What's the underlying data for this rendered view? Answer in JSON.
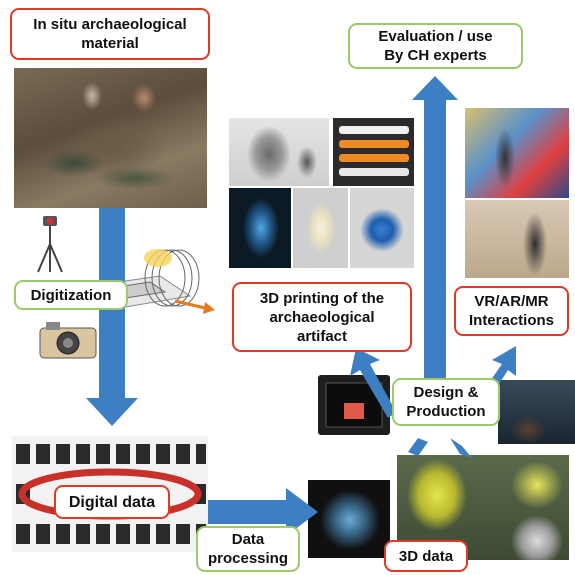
{
  "labels": {
    "in_situ": "In situ archaeological\nmaterial",
    "evaluation": "Evaluation / use\nBy CH experts",
    "digitization": "Digitization",
    "printing": "3D printing of the\narchaeological\nartifact",
    "vr": "VR/AR/MR\nInteractions",
    "design": "Design &\nProduction",
    "digital_data": "Digital data",
    "data_processing": "Data\nprocessing",
    "data_3d": "3D data"
  },
  "colors": {
    "arrow_blue": "#3e7fc4",
    "border_red": "#e03a26",
    "border_green": "#9cc96b"
  },
  "icons": [
    "tripod-camera-icon",
    "camera-icon",
    "scanner-icon",
    "3d-printer-icon"
  ]
}
